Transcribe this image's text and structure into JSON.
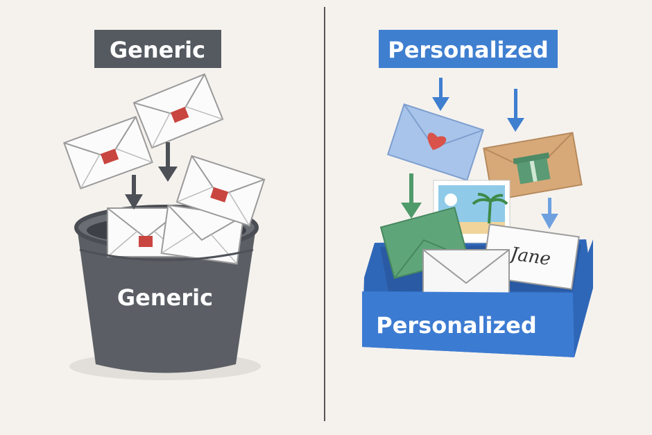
{
  "left": {
    "header": "Generic",
    "bin_label": "Generic"
  },
  "right": {
    "header": "Personalized",
    "tray_label": "Personalized",
    "envelope_name": "Jane"
  },
  "colors": {
    "background": "#f5f2ee",
    "generic": "#555a60",
    "personalized": "#3f7fd0",
    "divider": "#555555"
  }
}
